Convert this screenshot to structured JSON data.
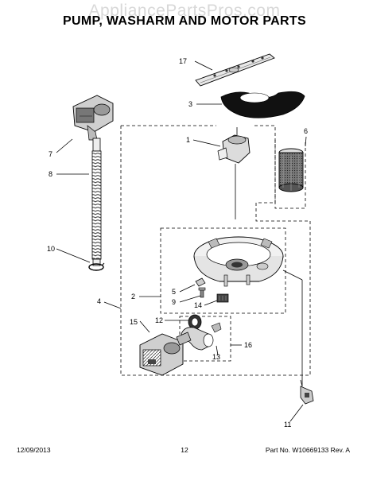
{
  "header": {
    "watermark": "AppliancePartsPros.com",
    "title": "PUMP, WASHARM AND MOTOR PARTS"
  },
  "callouts": {
    "c1": "1",
    "c2": "2",
    "c3": "3",
    "c4": "4",
    "c5": "5",
    "c6": "6",
    "c7": "7",
    "c8": "8",
    "c9": "9",
    "c10": "10",
    "c11": "11",
    "c12": "12",
    "c13": "13",
    "c14": "14",
    "c15": "15",
    "c16": "16",
    "c17": "17"
  },
  "footer": {
    "date": "12/09/2013",
    "page": "12",
    "part_no": "Part No. W10669133  Rev. A"
  }
}
